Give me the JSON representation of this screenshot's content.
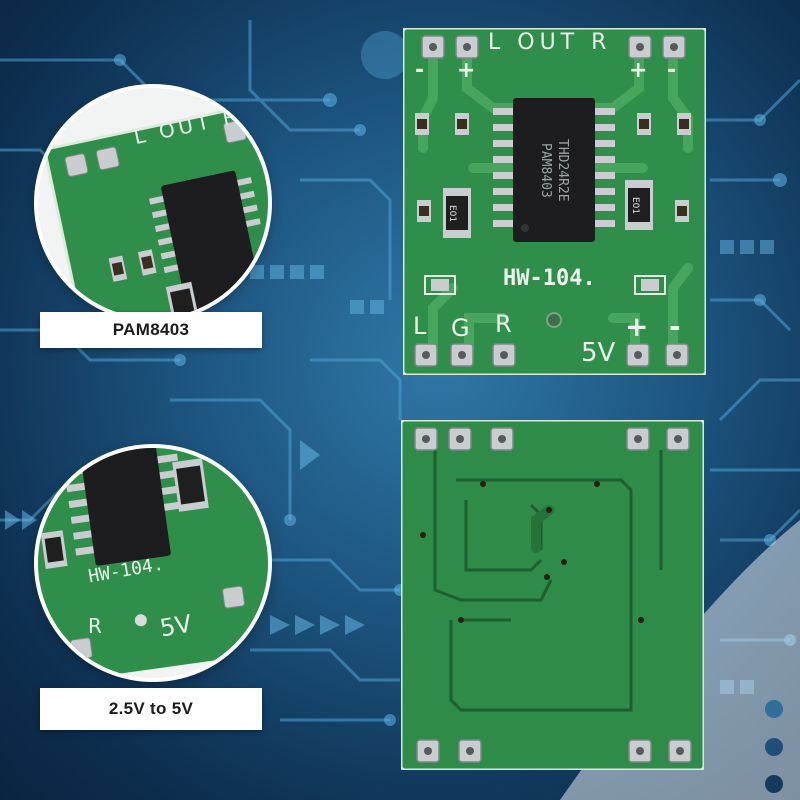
{
  "board_top": {
    "silk_out": "L OUT R",
    "silk_lr_signs": [
      "-",
      "+",
      "+",
      "-"
    ],
    "chip_line1": "PAM8403",
    "chip_line2": "THD24R2E",
    "model": "HW-104.",
    "bottom_labels": [
      "L",
      "G",
      "R"
    ],
    "power_label": "5V",
    "power_signs": [
      "+",
      "-"
    ],
    "resistor_code": "E01"
  },
  "callout_top": {
    "label": "PAM8403"
  },
  "callout_bottom": {
    "label": "2.5V to 5V"
  },
  "colors": {
    "pcb_green": "#2f8f4a",
    "pcb_dark": "#226f38",
    "pad_silver": "#c9cdd0",
    "background_blue": "#1d5580",
    "label_text": "#1b1b1b"
  }
}
